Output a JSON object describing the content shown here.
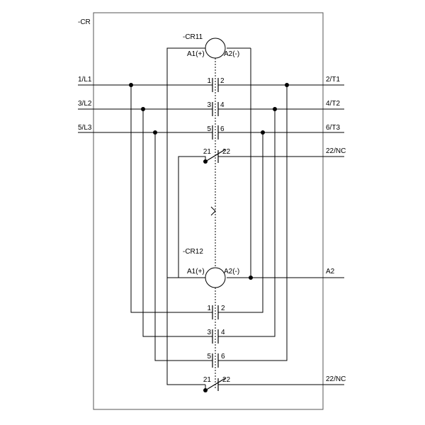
{
  "diagram": {
    "device_label": "-CR",
    "relay_top": {
      "name": "-CR11",
      "a1": "A1(+)",
      "a2": "A2(-)"
    },
    "relay_bottom": {
      "name": "-CR12",
      "a1": "A1(+)",
      "a2": "A2(-)"
    },
    "inputs": [
      "1/L1",
      "3/L2",
      "5/L3"
    ],
    "outputs": [
      "2/T1",
      "4/T2",
      "6/T3"
    ],
    "nc_label_top": "22/NC",
    "nc_label_bottom": "22/NC",
    "a2_label": "A2",
    "top_contacts": [
      {
        "left": "1",
        "right": "2"
      },
      {
        "left": "3",
        "right": "4"
      },
      {
        "left": "5",
        "right": "6"
      },
      {
        "left": "21",
        "right": "22"
      }
    ],
    "bottom_contacts": [
      {
        "left": "1",
        "right": "2"
      },
      {
        "left": "3",
        "right": "4"
      },
      {
        "left": "5",
        "right": "6"
      },
      {
        "left": "21",
        "right": "22"
      }
    ]
  }
}
